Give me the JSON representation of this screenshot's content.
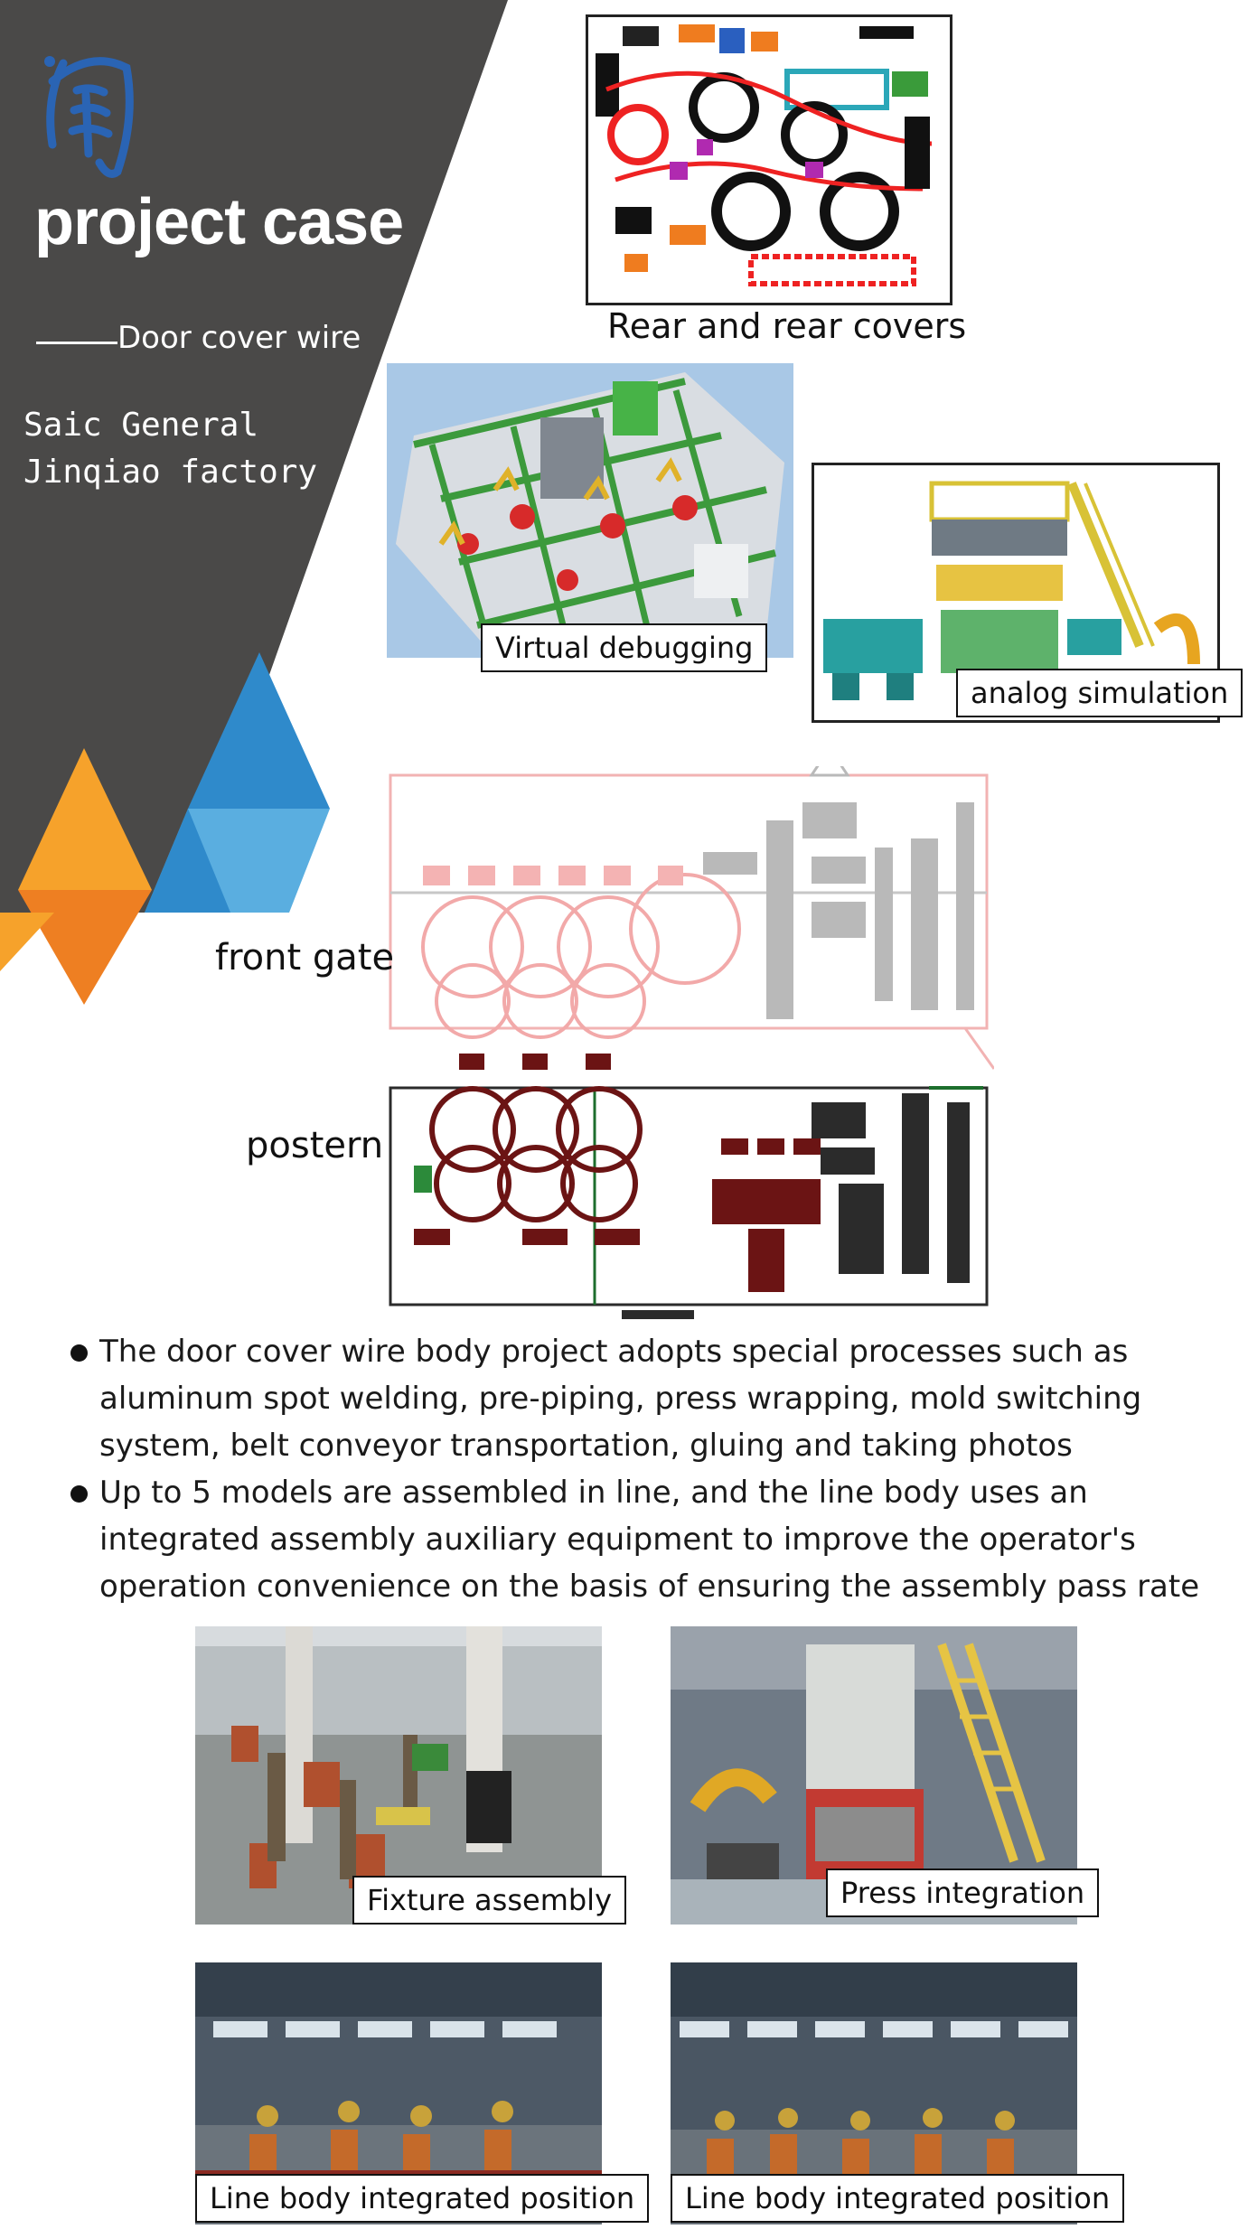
{
  "banner": {
    "title": "project case",
    "subtitle": "Door cover wire",
    "factory_line1": "Saic General",
    "factory_line2": "Jinqiao factory",
    "colors": {
      "panel": "#4a4948",
      "orange": "#f6a22b",
      "orange_dark": "#ee7f22",
      "blue": "#2f8acb",
      "blue_light": "#5aaee0",
      "logo": "#2a64b4"
    },
    "logo_icon": "company-logo-icon"
  },
  "figures": {
    "rear_covers": {
      "caption": "Rear and rear covers"
    },
    "virtual_debugging": {
      "caption": "Virtual debugging"
    },
    "analog_simulation": {
      "caption": "analog simulation"
    },
    "front_gate": {
      "caption": "front gate"
    },
    "postern": {
      "caption": "postern"
    }
  },
  "bullets": [
    "The door cover wire body project adopts special processes such as aluminum spot welding, pre-piping, press wrapping, mold switching system, belt conveyor transportation, gluing and taking photos",
    "Up to 5 models are assembled in line, and the line body uses an integrated assembly auxiliary equipment to improve the operator's operation convenience on the basis of ensuring the assembly pass rate"
  ],
  "photos": [
    {
      "caption": "Fixture assembly"
    },
    {
      "caption": "Press integration"
    },
    {
      "caption": "Line body integrated position"
    },
    {
      "caption": "Line body integrated position"
    }
  ]
}
